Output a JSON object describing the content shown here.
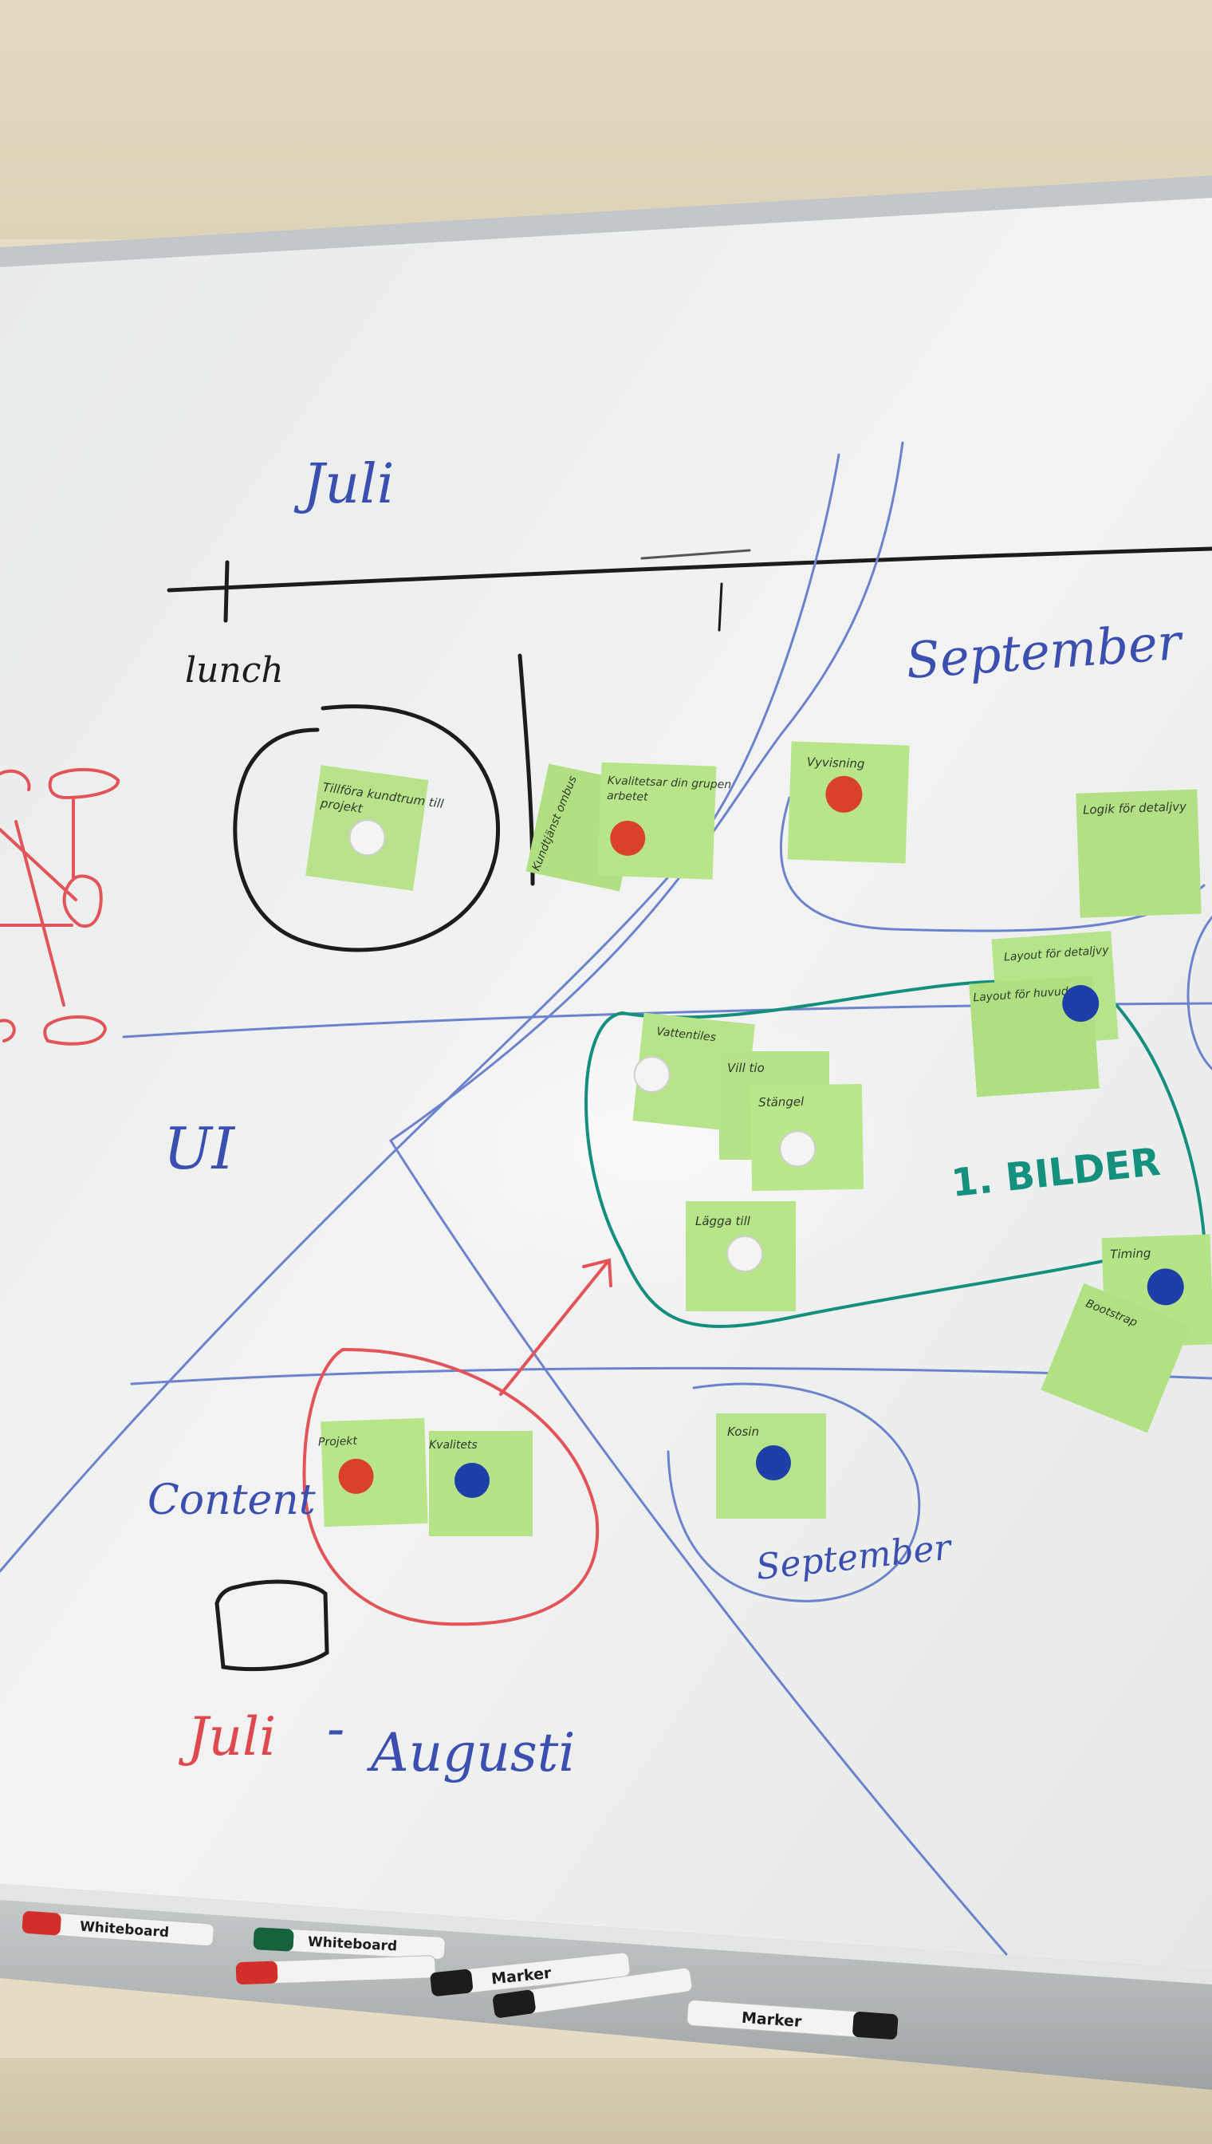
{
  "board": {
    "month_top": "Juli",
    "lunch": "lunch",
    "september_right": "September",
    "ui": "UI",
    "content": "Content",
    "juli_red": "Juli",
    "dash": "-",
    "augusti": "Augusti",
    "bilder": "1. BILDER",
    "september_circle": "September"
  },
  "notes": {
    "n1": "Tillföra kundtrum till",
    "n1b": "projekt",
    "n2": "Kundtjänst ombus",
    "n3": "Kvalitetsar din grupen",
    "n3b": "arbetet",
    "n4": "Vyvisning",
    "n5": "Logik för detaljvy",
    "n6": "Layout för detaljvy",
    "n7": "Layout för huvudvy",
    "n8": "Vattentiles",
    "n9": "Vill tio",
    "n10": "Stängel",
    "n11": "Lägga till",
    "n12": "Timing",
    "n13": "Bootstrap",
    "n14": "Projekt",
    "n15": "Kvalitets",
    "n16": "Kosin"
  },
  "markers": {
    "m1": "Whiteboard",
    "m2": "Whiteboard",
    "m3": "Marker",
    "m4": "Marker"
  },
  "colors": {
    "wall": "#e6dcc4",
    "board": "#eef0ef",
    "sticky": "#b4e484",
    "magnet_red": "#d9412a",
    "magnet_blue": "#1f3fa8",
    "magnet_white": "#f6f6f4",
    "ink_blue": "#3b4fb0",
    "ink_black": "#1c1c1c",
    "ink_red": "#e0484f",
    "ink_teal": "#15907e"
  }
}
